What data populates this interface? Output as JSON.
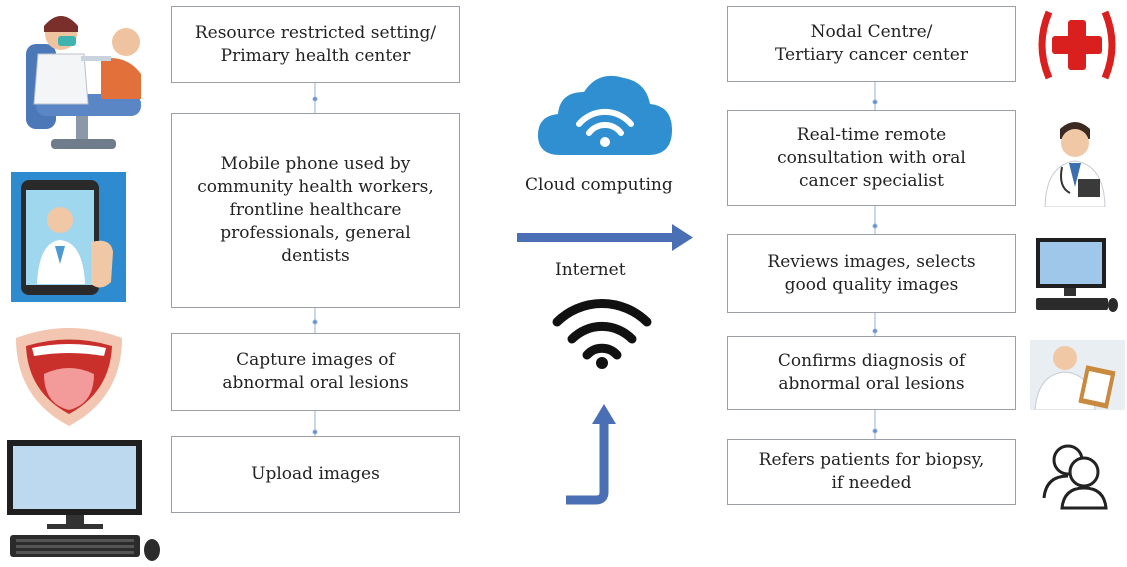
{
  "left_boxes": [
    "Resource restricted setting/\nPrimary health center",
    "Mobile phone used by\ncommunity health workers,\nfrontline healthcare\nprofessionals, general\ndentists",
    "Capture images of\nabnormal oral lesions",
    "Upload images"
  ],
  "right_boxes": [
    "Nodal Centre/\nTertiary cancer center",
    "Real-time remote\nconsultation with oral\ncancer specialist",
    "Reviews images, selects\ngood quality images",
    "Confirms diagnosis of\nabnormal oral lesions",
    "Refers patients for biopsy,\nif needed"
  ],
  "middle": {
    "cloud_label": "Cloud computing",
    "internet_label": "Internet"
  },
  "icons": {
    "left": [
      "dentist-chair-icon",
      "tablet-doctor-icon",
      "open-mouth-icon",
      "desktop-computer-icon"
    ],
    "right": [
      "red-cross-icon",
      "doctor-icon",
      "computer-monitor-icon",
      "doctor-clipboard-icon",
      "users-icon"
    ],
    "middle": [
      "cloud-wifi-icon",
      "wifi-icon",
      "up-arrow-icon",
      "right-arrow-icon"
    ]
  },
  "colors": {
    "arrow_blue": "#4a6fb5",
    "cloud_blue": "#2f8fd0",
    "connector_blue": "#5b8fd9",
    "box_border": "#9aa0a6",
    "red": "#d9201f"
  }
}
